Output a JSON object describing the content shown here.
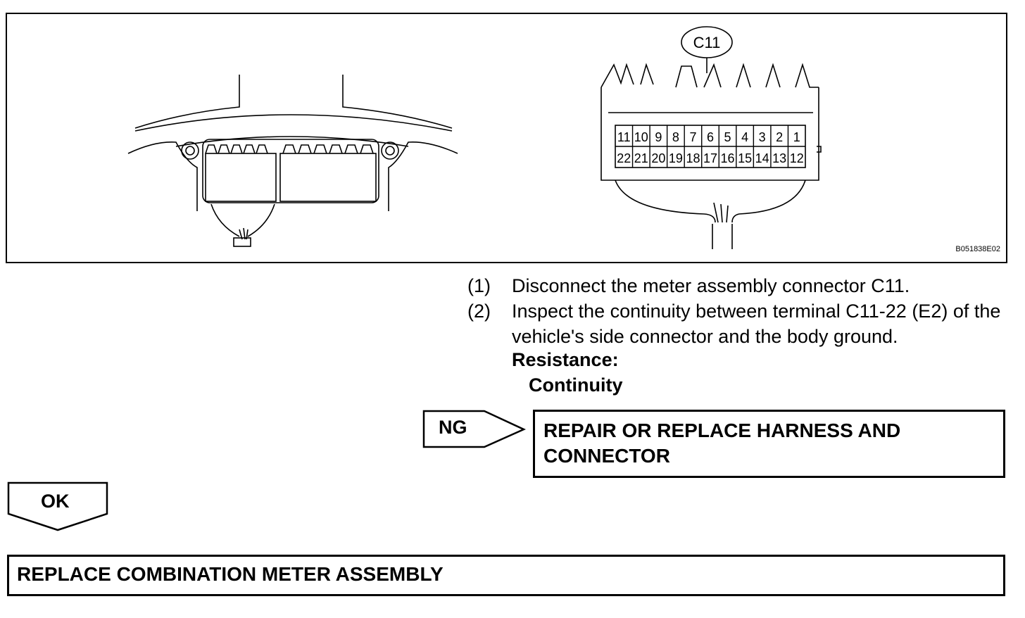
{
  "figure": {
    "connector_label": "C11",
    "pins_top": [
      "11",
      "10",
      "9",
      "8",
      "7",
      "6",
      "5",
      "4",
      "3",
      "2",
      "1"
    ],
    "pins_bottom": [
      "22",
      "21",
      "20",
      "19",
      "18",
      "17",
      "16",
      "15",
      "14",
      "13",
      "12"
    ],
    "code": "B051838E02"
  },
  "steps": [
    {
      "num": "(1)",
      "text": "Disconnect the meter assembly connector C11."
    },
    {
      "num": "(2)",
      "text": "Inspect the continuity between terminal C11-22 (E2) of the vehicle's side connector and the body ground."
    }
  ],
  "spec": {
    "label": "Resistance:",
    "value": "Continuity"
  },
  "ng": {
    "tag": "NG",
    "action": "REPAIR OR REPLACE HARNESS AND CONNECTOR"
  },
  "ok": {
    "tag": "OK"
  },
  "final": {
    "action": "REPLACE COMBINATION METER ASSEMBLY"
  }
}
